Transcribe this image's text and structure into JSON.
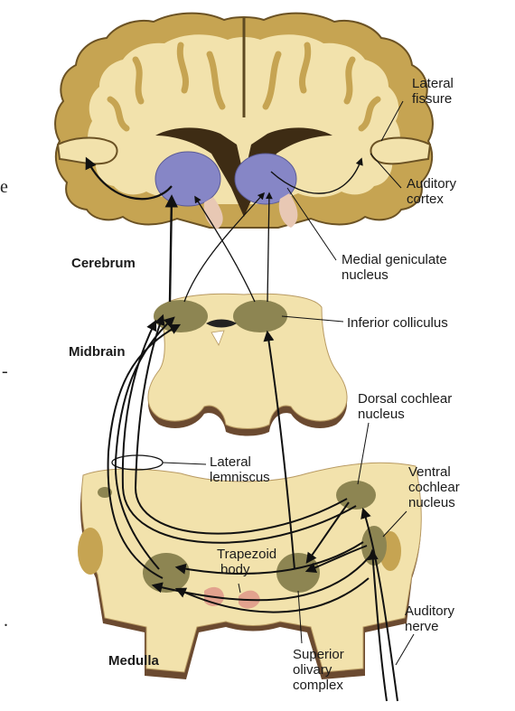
{
  "labels": {
    "lateral_fissure": [
      "Lateral",
      "fissure"
    ],
    "auditory_cortex": [
      "Auditory",
      "cortex"
    ],
    "medial_geniculate": [
      "Medial geniculate",
      "nucleus"
    ],
    "cerebrum": "Cerebrum",
    "inferior_colliculus": "Inferior colliculus",
    "midbrain": "Midbrain",
    "dorsal_cochlear": [
      "Dorsal cochlear",
      "nucleus"
    ],
    "lateral_lemniscus": [
      "Lateral",
      "lemniscus"
    ],
    "ventral_cochlear": [
      "Ventral",
      "cochlear",
      "nucleus"
    ],
    "trapezoid_body": [
      "Trapezoid",
      "body"
    ],
    "auditory_nerve": [
      "Auditory",
      "nerve"
    ],
    "medulla": "Medulla",
    "superior_olivary": [
      "Superior",
      "olivary",
      "complex"
    ]
  },
  "edge_fragments": [
    "e",
    "-",
    "."
  ],
  "colors": {
    "tissue": "#f2e2ac",
    "gray_matter": "#c6a452",
    "cortex_dark": "#5e4a22",
    "thalamus_blue": "#8686c6",
    "nucleus_olive": "#8d8552",
    "trapezoid_pink": "#e2a28e",
    "shadow_brown": "#6b4a30",
    "pathway_black": "#111111"
  }
}
